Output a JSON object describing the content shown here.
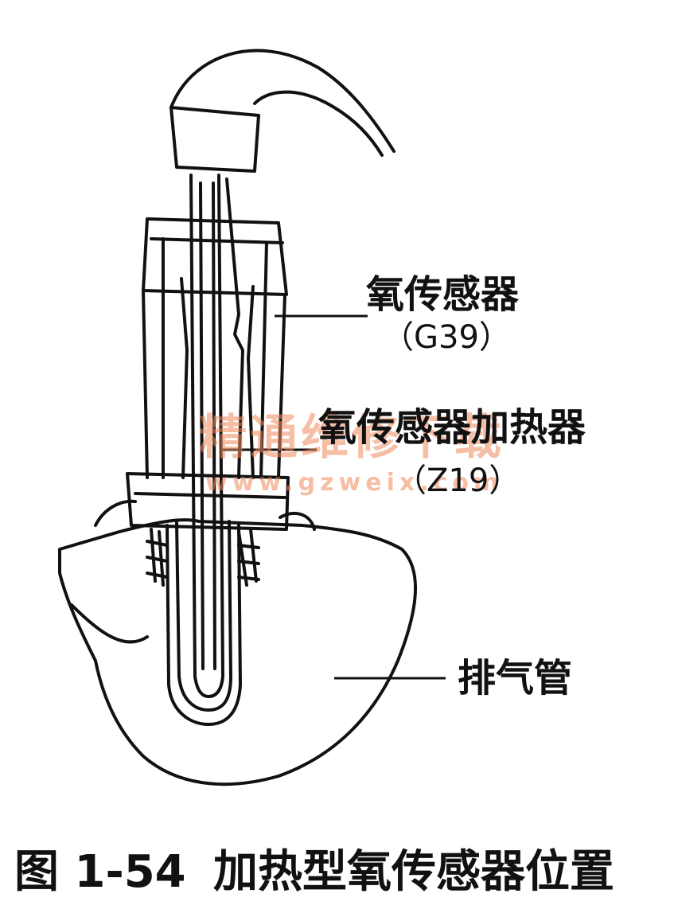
{
  "labels": {
    "o2_sensor": "氧传感器",
    "o2_sensor_code": "（G39）",
    "o2_heater": "氧传感器加热器",
    "o2_heater_code": "（Z19）",
    "exhaust_pipe": "排气管"
  },
  "watermark": {
    "text_cn": "精通维修下载",
    "url": "www.gzweix.com",
    "color": "#f08a5a"
  },
  "caption": {
    "figure_number": "图 1-54",
    "title": "加热型氧传感器位置"
  },
  "colors": {
    "ink": "#111111",
    "paper": "#ffffff"
  }
}
